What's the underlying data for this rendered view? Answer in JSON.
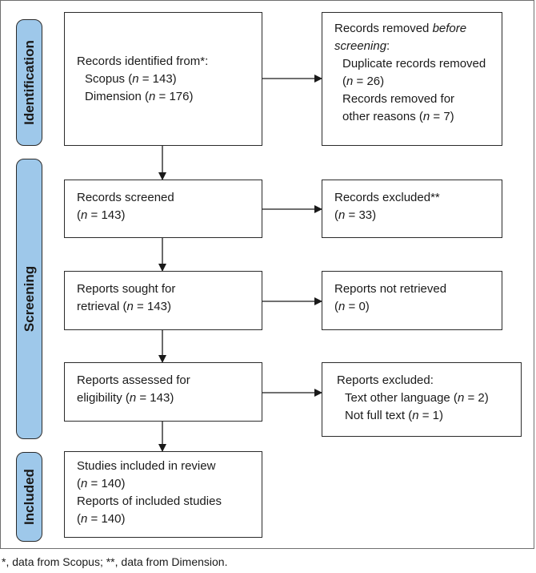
{
  "phases": {
    "identification": "Identification",
    "screening": "Screening",
    "included": "Included"
  },
  "boxes": {
    "identified": {
      "title": "Records identified from*:",
      "scopus_label": "Scopus (",
      "scopus_n": "n",
      "scopus_val": " = 143)",
      "dimension_label": "Dimension (",
      "dimension_n": "n",
      "dimension_val": " = 176)"
    },
    "removed": {
      "title_plain": "Records removed ",
      "title_italic": "before",
      "title_italic2": "screening",
      "title_colon": ":",
      "duplicates": "Duplicate records removed",
      "duplicates_n_open": "(",
      "duplicates_n": "n",
      "duplicates_val": " = 26)",
      "other1": "Records removed for",
      "other2": "other reasons (",
      "other_n": "n",
      "other_val": " = 7)"
    },
    "screened": {
      "title": "Records screened",
      "open": "(",
      "n": "n",
      "val": " = 143)"
    },
    "excluded": {
      "title": "Records excluded**",
      "open": "(",
      "n": "n",
      "val": " = 33)"
    },
    "sought": {
      "title": "Reports sought for",
      "line2": "retrieval (",
      "n": "n",
      "val": " = 143)"
    },
    "not_retrieved": {
      "title": "Reports not retrieved",
      "open": "(",
      "n": "n",
      "val": " = 0)"
    },
    "assessed": {
      "title": "Reports assessed for",
      "line2": "eligibility (",
      "n": "n",
      "val": " = 143)"
    },
    "reports_excluded": {
      "title": "Reports excluded:",
      "lang_label": "Text other language (",
      "lang_n": "n",
      "lang_val": " = 2)",
      "full_label": "Not full text (",
      "full_n": "n",
      "full_val": " = 1)"
    },
    "included_box": {
      "studies": "Studies included in review",
      "studies_open": "(",
      "studies_n": "n",
      "studies_val": " = 140)",
      "reports": "Reports of included studies",
      "reports_open": "(",
      "reports_n": "n",
      "reports_val": " = 140)"
    }
  },
  "footnote": "*, data from Scopus; **, data from Dimension.",
  "colors": {
    "phase_fill": "#9ec8ea",
    "stroke": "#2b2b2b"
  }
}
